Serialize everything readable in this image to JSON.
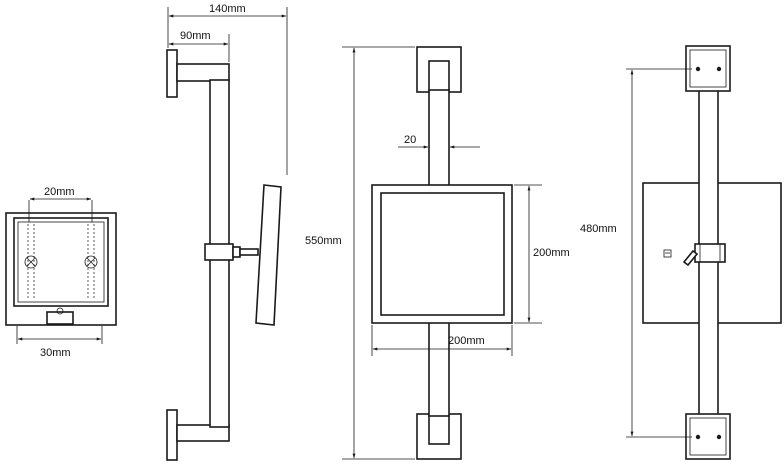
{
  "views": {
    "end_view": {
      "dim_top": "20mm",
      "dim_bottom": "30mm"
    },
    "side_view": {
      "dim_total_depth": "140mm",
      "dim_bracket_depth": "90mm"
    },
    "front_view": {
      "dim_height": "550mm",
      "dim_rail_width": "20",
      "dim_mirror_height": "200mm",
      "dim_mirror_width": "200mm"
    },
    "rear_view": {
      "dim_mount_distance": "480mm"
    }
  }
}
